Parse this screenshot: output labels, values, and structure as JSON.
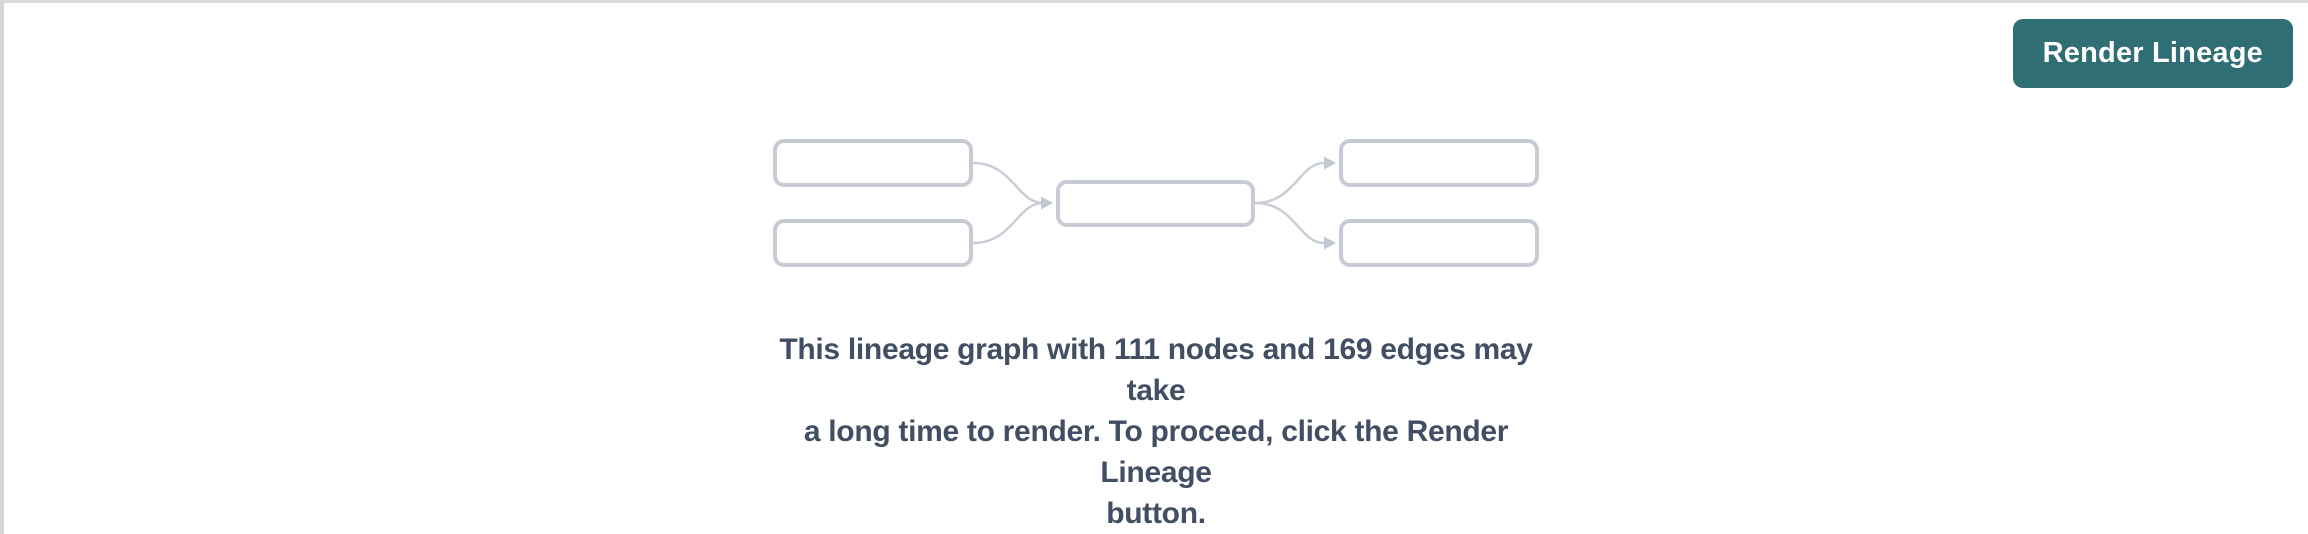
{
  "panel": {
    "background": "#ffffff",
    "top_border_color": "#d9dadd",
    "left_border_color": "#d5d6d9"
  },
  "toolbar": {
    "render_button_label": "Render Lineage",
    "render_button_bg": "#2e6e74",
    "render_button_text_color": "#ffffff"
  },
  "placeholder": {
    "message_full": "This lineage graph with 111 nodes and 169 edges may take a long time to render. To proceed, click the Render Lineage button.",
    "message_lines": [
      "This lineage graph with 111 nodes and 169 edges may take",
      "a long time to render. To proceed, click the Render Lineage",
      "button."
    ],
    "node_count": 111,
    "edge_count": 169,
    "text_color": "#424e63",
    "diagram": {
      "box_fill": "#ffffff",
      "box_border_color": "#c6cbd4",
      "edge_color": "#c9cdd6",
      "arrow_color": "#c2c7d1",
      "node_boxes": 5,
      "edges": 4
    }
  }
}
